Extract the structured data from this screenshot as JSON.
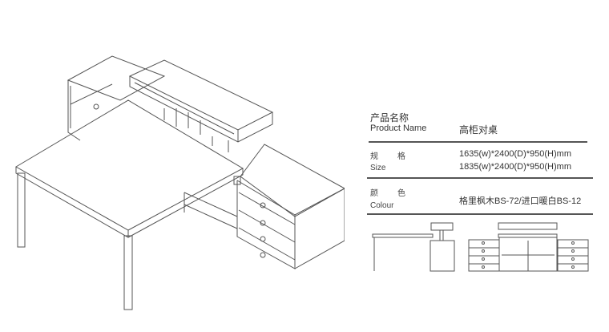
{
  "spec": {
    "name_cn": "产品名称",
    "name_en": "Product Name",
    "name_value": "高柜对桌",
    "size_cn_1": "规",
    "size_cn_2": "格",
    "size_en": "Size",
    "size_values": [
      "1635(w)*2400(D)*950(H)mm",
      "1835(w)*2400(D)*950(H)mm"
    ],
    "colour_cn_1": "颜",
    "colour_cn_2": "色",
    "colour_en": "Colour",
    "colour_value": "格里枫木BS-72/进口暖白BS-12"
  }
}
